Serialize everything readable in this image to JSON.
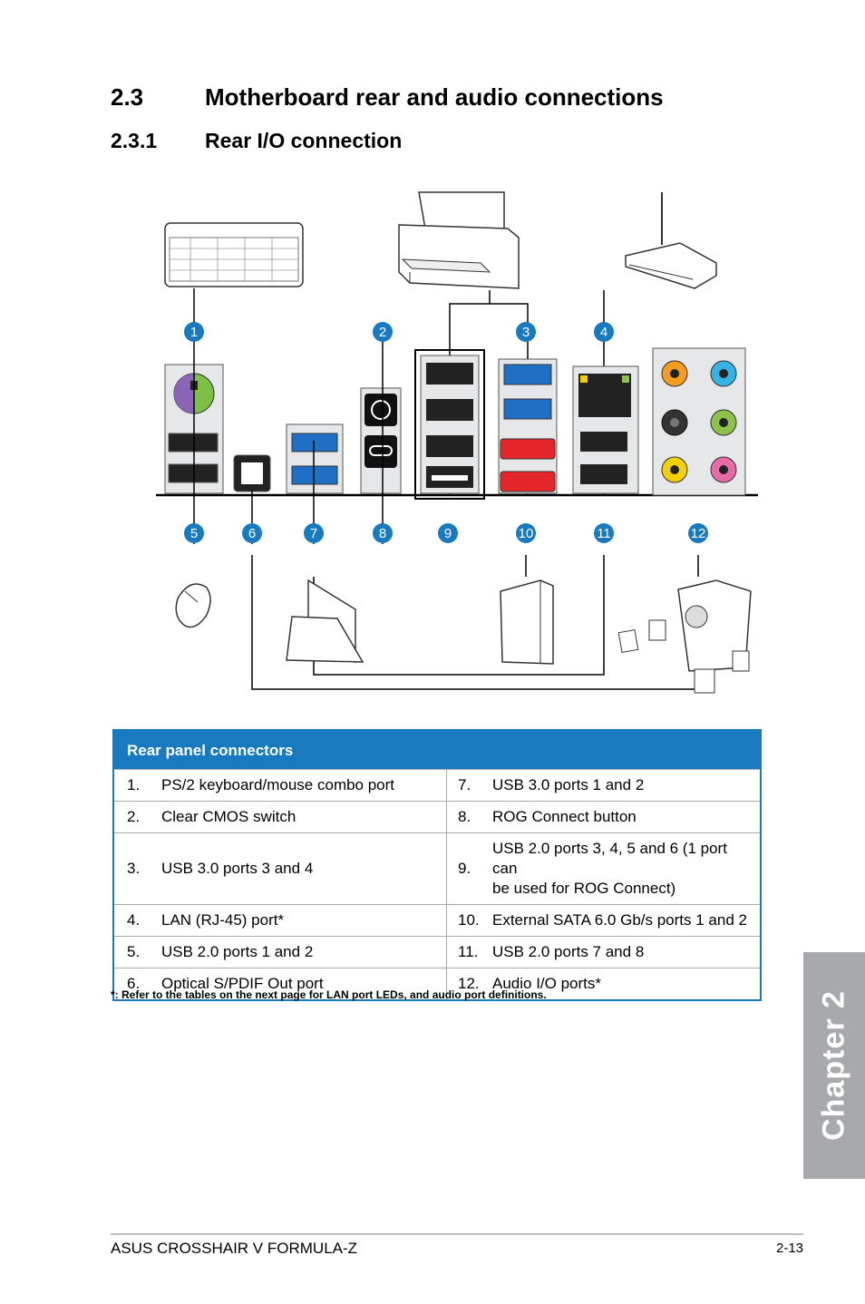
{
  "section": {
    "number": "2.3",
    "title": "Motherboard rear and audio connections"
  },
  "subsection": {
    "number": "2.3.1",
    "title": "Rear I/O connection"
  },
  "callouts": [
    "1",
    "2",
    "3",
    "4",
    "5",
    "6",
    "7",
    "8",
    "9",
    "10",
    "11",
    "12"
  ],
  "table": {
    "header": "Rear panel connectors",
    "rows": [
      {
        "n1": "1.",
        "t1": "PS/2 keyboard/mouse combo port",
        "n2": "7.",
        "t2": "USB 3.0 ports 1 and 2",
        "t2b": ""
      },
      {
        "n1": "2.",
        "t1": "Clear CMOS switch",
        "n2": "8.",
        "t2": "ROG Connect button",
        "t2b": ""
      },
      {
        "n1": "3.",
        "t1": "USB 3.0 ports 3 and 4",
        "n2": "9.",
        "t2": "USB 2.0 ports 3, 4, 5 and 6 (1 port can",
        "t2b": "be used for ROG Connect)"
      },
      {
        "n1": "4.",
        "t1": "LAN (RJ-45) port*",
        "n2": "10.",
        "t2": "External SATA 6.0 Gb/s ports 1 and 2",
        "t2b": ""
      },
      {
        "n1": "5.",
        "t1": "USB 2.0 ports 1 and 2",
        "n2": "11.",
        "t2": "USB 2.0 ports 7 and 8",
        "t2b": ""
      },
      {
        "n1": "6.",
        "t1": "Optical S/PDIF Out port",
        "n2": "12.",
        "t2": "Audio I/O ports*",
        "t2b": ""
      }
    ]
  },
  "footnote": "*:   Refer to the tables on the next page for LAN port LEDs, and audio port definitions.",
  "chapter_tab": "Chapter 2",
  "footer": {
    "left": "ASUS CROSSHAIR V FORMULA-Z",
    "right": "2-13"
  },
  "colors": {
    "accent": "#1a7abf",
    "tab": "#a7a9ac",
    "esata": "#e4262b",
    "usb3": "#1f6fc4"
  }
}
